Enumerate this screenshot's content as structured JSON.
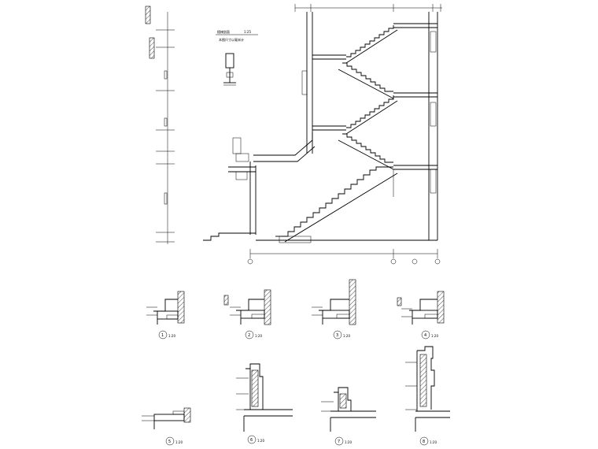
{
  "drawing": {
    "section_title": "楼梯剖面",
    "section_scale": "1:25",
    "section_note": "本图尺寸以毫米计"
  },
  "details": [
    {
      "number": "1",
      "scale": "1:20"
    },
    {
      "number": "2",
      "scale": "1:20"
    },
    {
      "number": "3",
      "scale": "1:20"
    },
    {
      "number": "4",
      "scale": "1:20"
    },
    {
      "number": "5",
      "scale": "1:20"
    },
    {
      "number": "6",
      "scale": "1:20"
    },
    {
      "number": "7",
      "scale": "1:20"
    },
    {
      "number": "8",
      "scale": "1:20"
    }
  ]
}
